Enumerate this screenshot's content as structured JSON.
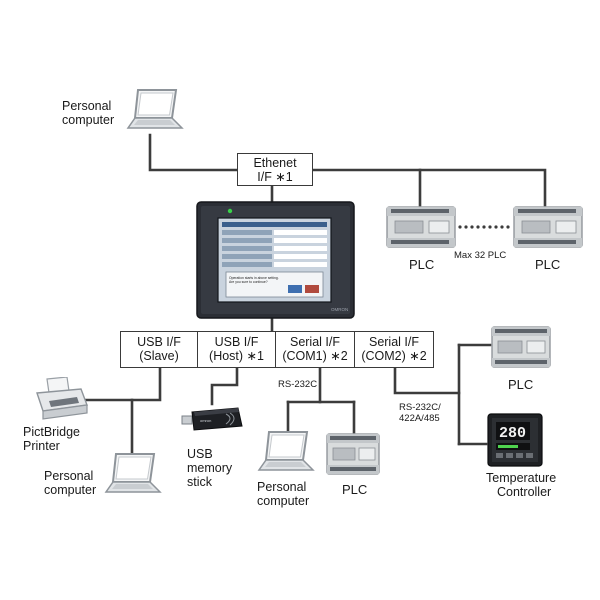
{
  "colors": {
    "wire": "#3c3c3c",
    "hmi_bezel": "#2b2e35",
    "screen": "#c9d3de",
    "plc_body": "#d9dcdd",
    "laptop_frame": "#9aa0a6"
  },
  "ethernet_box": {
    "line1": "Ethenet",
    "line2": "I/F ∗1"
  },
  "personal_computer_top": {
    "line1": "Personal",
    "line2": "computer"
  },
  "plc_left_label": "PLC",
  "plc_right_label": "PLC",
  "max_plc_label": "Max 32 PLC",
  "hmi_screen": {
    "dialog_line1": "Operation starts in above setting.",
    "dialog_line2": "Are you sure to continue?",
    "brand": "OMRON"
  },
  "interfaces": [
    {
      "line1": "USB I/F",
      "line2": "(Slave)"
    },
    {
      "line1": "USB I/F",
      "line2": "(Host) ∗1"
    },
    {
      "line1": "Serial I/F",
      "line2": "(COM1) ∗2"
    },
    {
      "line1": "Serial I/F",
      "line2": "(COM2) ∗2"
    }
  ],
  "rs232c_label": "RS-232C",
  "rs_multi_label": {
    "line1": "RS-232C/",
    "line2": "422A/485"
  },
  "pictbridge": {
    "line1": "PictBridge",
    "line2": "Printer"
  },
  "personal_computer_bottom_left": {
    "line1": "Personal",
    "line2": "computer"
  },
  "usb_stick": {
    "line1": "USB",
    "line2": "memory",
    "line3": "stick"
  },
  "personal_computer_com1": {
    "line1": "Personal",
    "line2": "computer"
  },
  "plc_com1_label": "PLC",
  "plc_com2_label": "PLC",
  "temperature_controller": {
    "line1": "Temperature",
    "line2": "Controller",
    "display": "280"
  }
}
